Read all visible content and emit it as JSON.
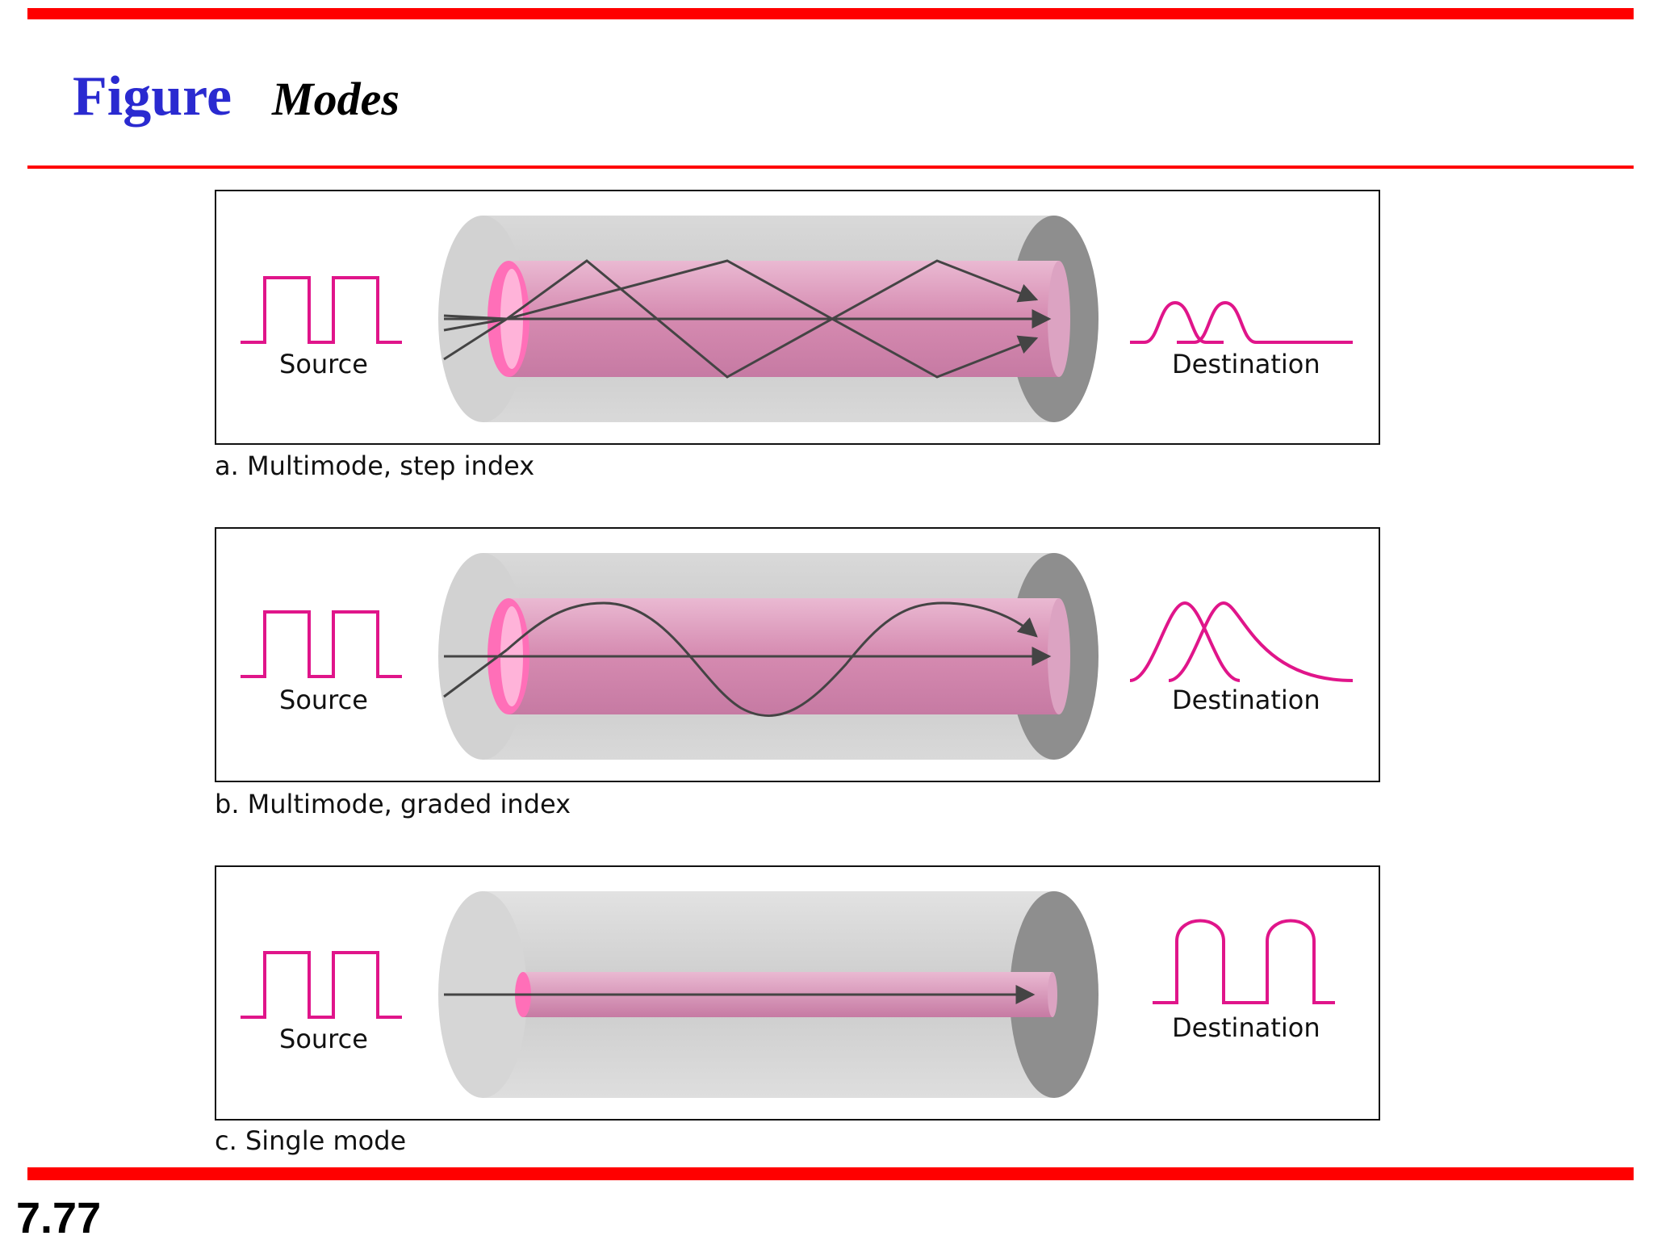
{
  "slide": {
    "title_word": "Figure",
    "title_subject": "Modes",
    "page_number": "7.77"
  },
  "colors": {
    "accent_red": "#ff0000",
    "title_blue": "#2a2ad0",
    "signal_magenta": "#e0158a",
    "cladding_gray": "#cfcfcf",
    "core_pink": "#d58ab0"
  },
  "panels": [
    {
      "source_label": "Source",
      "destination_label": "Destination",
      "caption": "a. Multimode, step index"
    },
    {
      "source_label": "Source",
      "destination_label": "Destination",
      "caption": "b. Multimode, graded index"
    },
    {
      "source_label": "Source",
      "destination_label": "Destination",
      "caption": "c. Single mode"
    }
  ]
}
